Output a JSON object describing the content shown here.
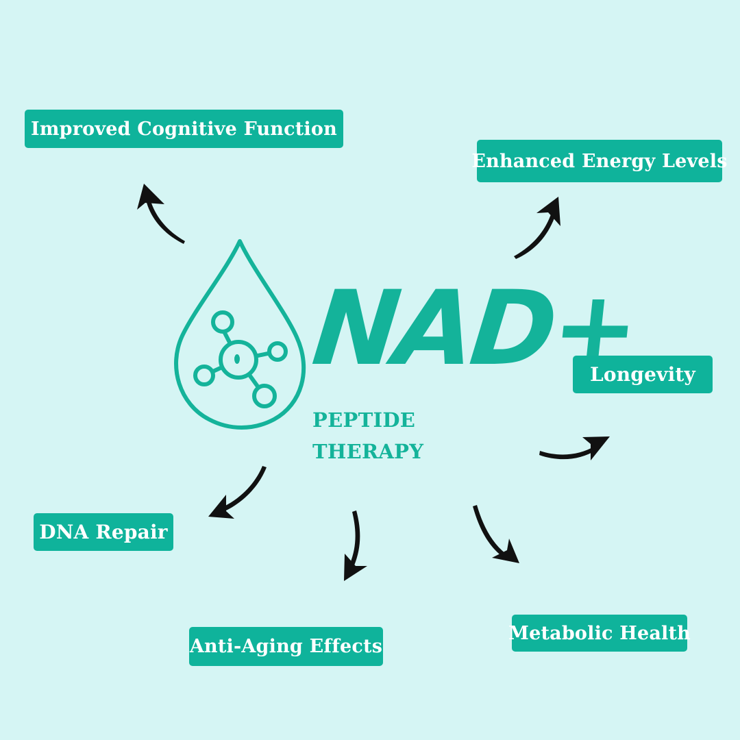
{
  "brand": {
    "title": "NAD+",
    "subtitle": "PEPTIDE THERAPY",
    "icon": "droplet-molecule-icon",
    "accent_color": "#14b39a"
  },
  "colors": {
    "background": "#d5f5f4",
    "label_background": "#0fb39b",
    "label_text": "#ffffff",
    "arrow": "#111111"
  },
  "benefits": {
    "cognitive": "Improved Cognitive Function",
    "energy": "Enhanced Energy Levels",
    "longevity": "Longevity",
    "dna": "DNA Repair",
    "aging": "Anti-Aging Effects",
    "metabolic": "Metabolic Health"
  }
}
